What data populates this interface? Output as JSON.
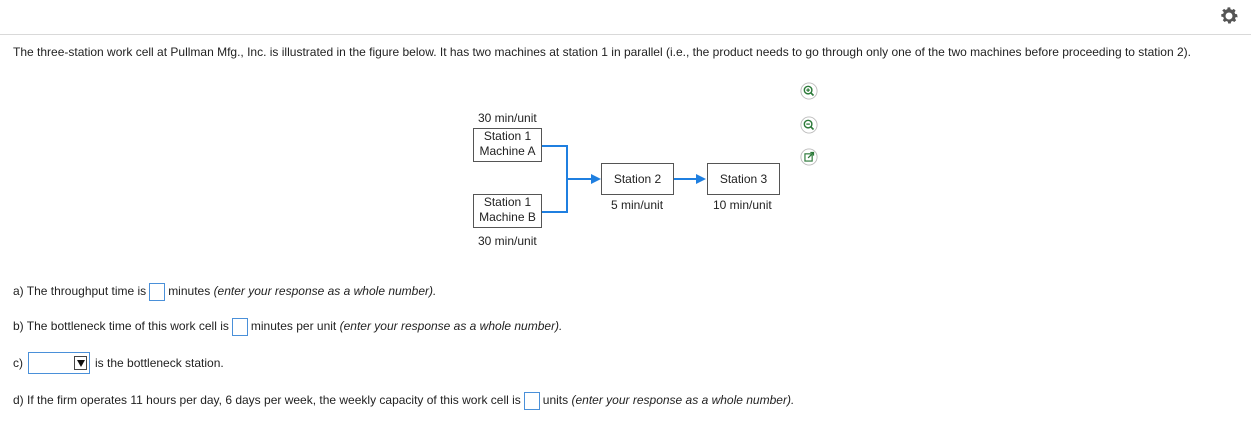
{
  "toolbar": {
    "settings_icon": "gear-icon"
  },
  "problem": {
    "intro": "The three-station work cell at Pullman Mfg., Inc. is illustrated in the figure below. It has two machines at station 1 in parallel (i.e., the product needs to go through only one of the two machines before proceeding to station 2)."
  },
  "figure_tools": {
    "zoom_in": "zoom-in-icon",
    "zoom_out": "zoom-out-icon",
    "popout": "external-link-icon"
  },
  "diagram": {
    "machine_a": {
      "time": "30 min/unit",
      "line1": "Station 1",
      "line2": "Machine A"
    },
    "machine_b": {
      "time": "30 min/unit",
      "line1": "Station 1",
      "line2": "Machine B"
    },
    "station2": {
      "label": "Station 2",
      "time": "5 min/unit"
    },
    "station3": {
      "label": "Station 3",
      "time": "10 min/unit"
    }
  },
  "questions": {
    "a": {
      "prefix": "a) The throughput time is",
      "suffix": "minutes",
      "hint": "(enter your response as a whole number)."
    },
    "b": {
      "prefix": "b) The bottleneck time of this work cell is",
      "suffix": "minutes per unit",
      "hint": "(enter your response as a whole number)."
    },
    "c": {
      "prefix": "c)",
      "suffix": "is the bottleneck station.",
      "selected": ""
    },
    "d": {
      "prefix": "d) If the firm operates 11 hours per day, 6 days per week, the weekly capacity of this work cell is",
      "suffix": "units",
      "hint": "(enter your response as a whole number)."
    }
  }
}
